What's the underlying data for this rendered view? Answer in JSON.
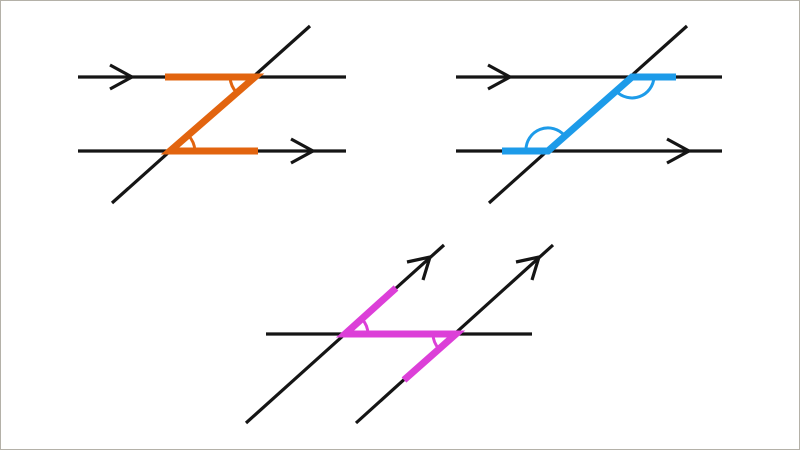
{
  "colors": {
    "line": "#151515",
    "orange": "#e2640f",
    "blue": "#1d9be9",
    "magenta": "#dc3fd8",
    "border": "#b4b1a8",
    "background": "#ffffff"
  },
  "figures": [
    {
      "name": "z-angles-diagram",
      "highlight": "orange",
      "angle_type": "alternate"
    },
    {
      "name": "f-angles-diagram",
      "highlight": "blue",
      "angle_type": "corresponding"
    },
    {
      "name": "z-angles-parallel-transversals-diagram",
      "highlight": "magenta",
      "angle_type": "alternate"
    }
  ]
}
